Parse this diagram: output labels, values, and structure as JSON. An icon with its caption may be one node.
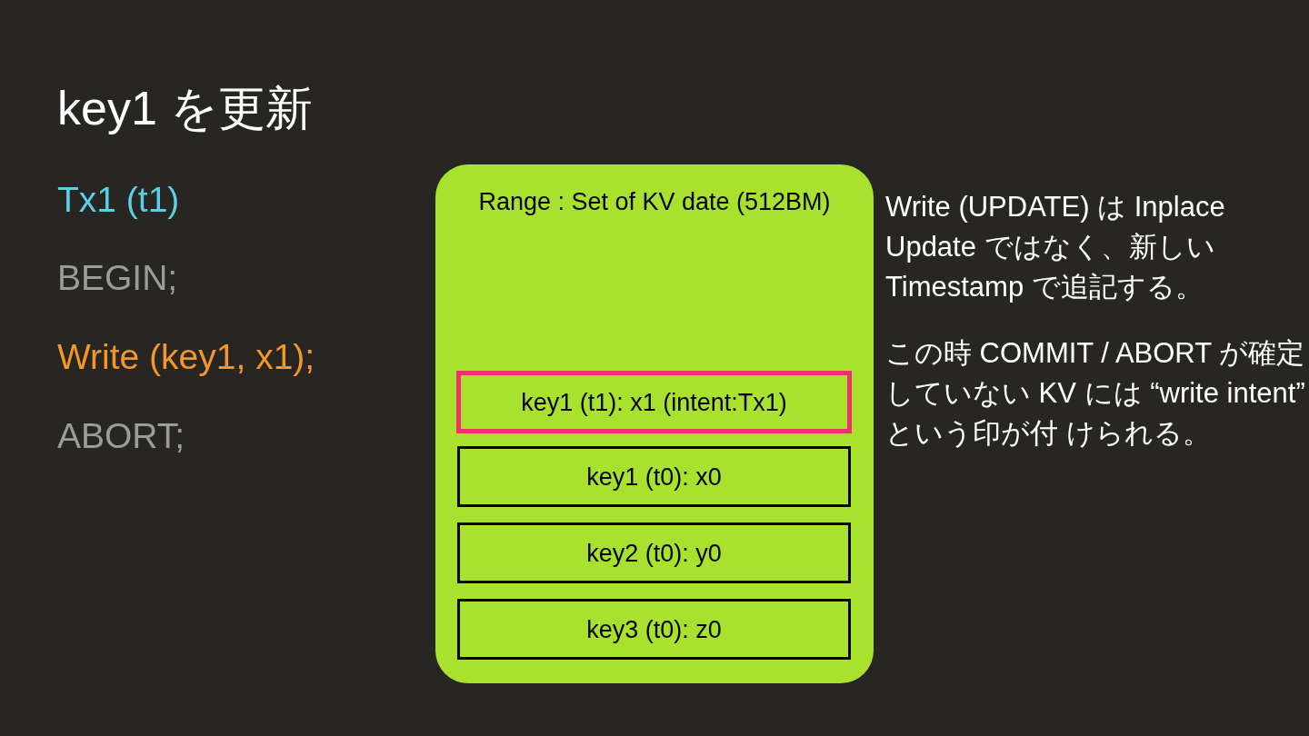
{
  "diagram": {
    "title": "key1 を更新",
    "nodes": [
      {
        "text": [
          "Range : Set of KV date (512BM)"
        ]
      },
      {
        "text": [
          "key1 (t1): x1 (intent:Tx1)"
        ],
        "in": 0
      },
      {
        "text": [
          "key1 (t0): x0"
        ],
        "in": 0
      },
      {
        "text": [
          "key2 (t0): y0"
        ],
        "in": 0
      },
      {
        "text": [
          "key3 (t0): z0"
        ],
        "in": 0
      }
    ],
    "labels": [
      "Tx1 (t1)",
      "BEGIN;",
      "Write (key1, x1);",
      "ABORT;",
      "Write (UPDATE) は Inplace Update ではなく、新しい Timestamp で追記する。",
      "この時 COMMIT / ABORT が確定していない KV には “write intent” という印が付 けられる。"
    ]
  }
}
